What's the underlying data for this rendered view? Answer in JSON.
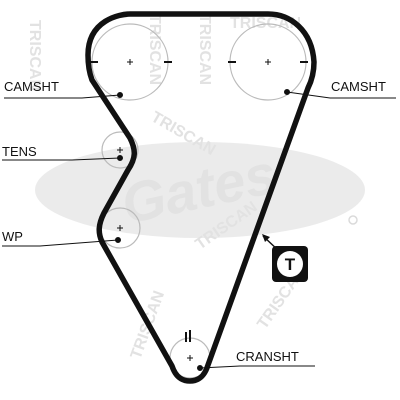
{
  "watermark": {
    "brand": "Gates",
    "repeat_text": "TRISCAN",
    "color": "#e2e2e2",
    "oval_color": "#dadada"
  },
  "labels": {
    "camshaft_left": "CAMSHT",
    "camshaft_right": "CAMSHT",
    "tensioner": "TENS",
    "water_pump": "WP",
    "crankshaft": "CRANSHT"
  },
  "tension_badge": "T",
  "colors": {
    "belt": "#111111",
    "pulley_outline": "#bbbbbb",
    "text": "#111111"
  }
}
